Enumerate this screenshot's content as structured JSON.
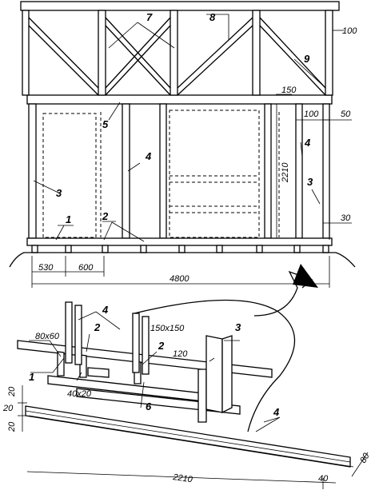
{
  "labels": {
    "l1_top": "1",
    "l2_top": "2",
    "l3_left": "3",
    "l3_right": "3",
    "l4_mid": "4",
    "l4_right": "4",
    "l5": "5",
    "l7": "7",
    "l8": "8",
    "l9": "9",
    "l4_bottom_a": "4",
    "l2_bottom_a": "2",
    "l3_bottom": "3",
    "l2_bottom_b": "2",
    "l1_bottom": "1",
    "l6": "6",
    "l4_plank": "4"
  },
  "dimensions": {
    "d100_top": "100",
    "d150": "150",
    "d100_right": "100",
    "d50": "50",
    "d2210_vert": "2210",
    "d30": "30",
    "d530": "530",
    "d600": "600",
    "d4800": "4800",
    "d80x60": "80x60",
    "d150x150": "150x150",
    "d120": "120",
    "d40x20": "40x20",
    "d20_a": "20",
    "d20_b": "20",
    "d20_c": "20",
    "d2210_plank": "2210",
    "d40": "40",
    "d80": "80"
  }
}
